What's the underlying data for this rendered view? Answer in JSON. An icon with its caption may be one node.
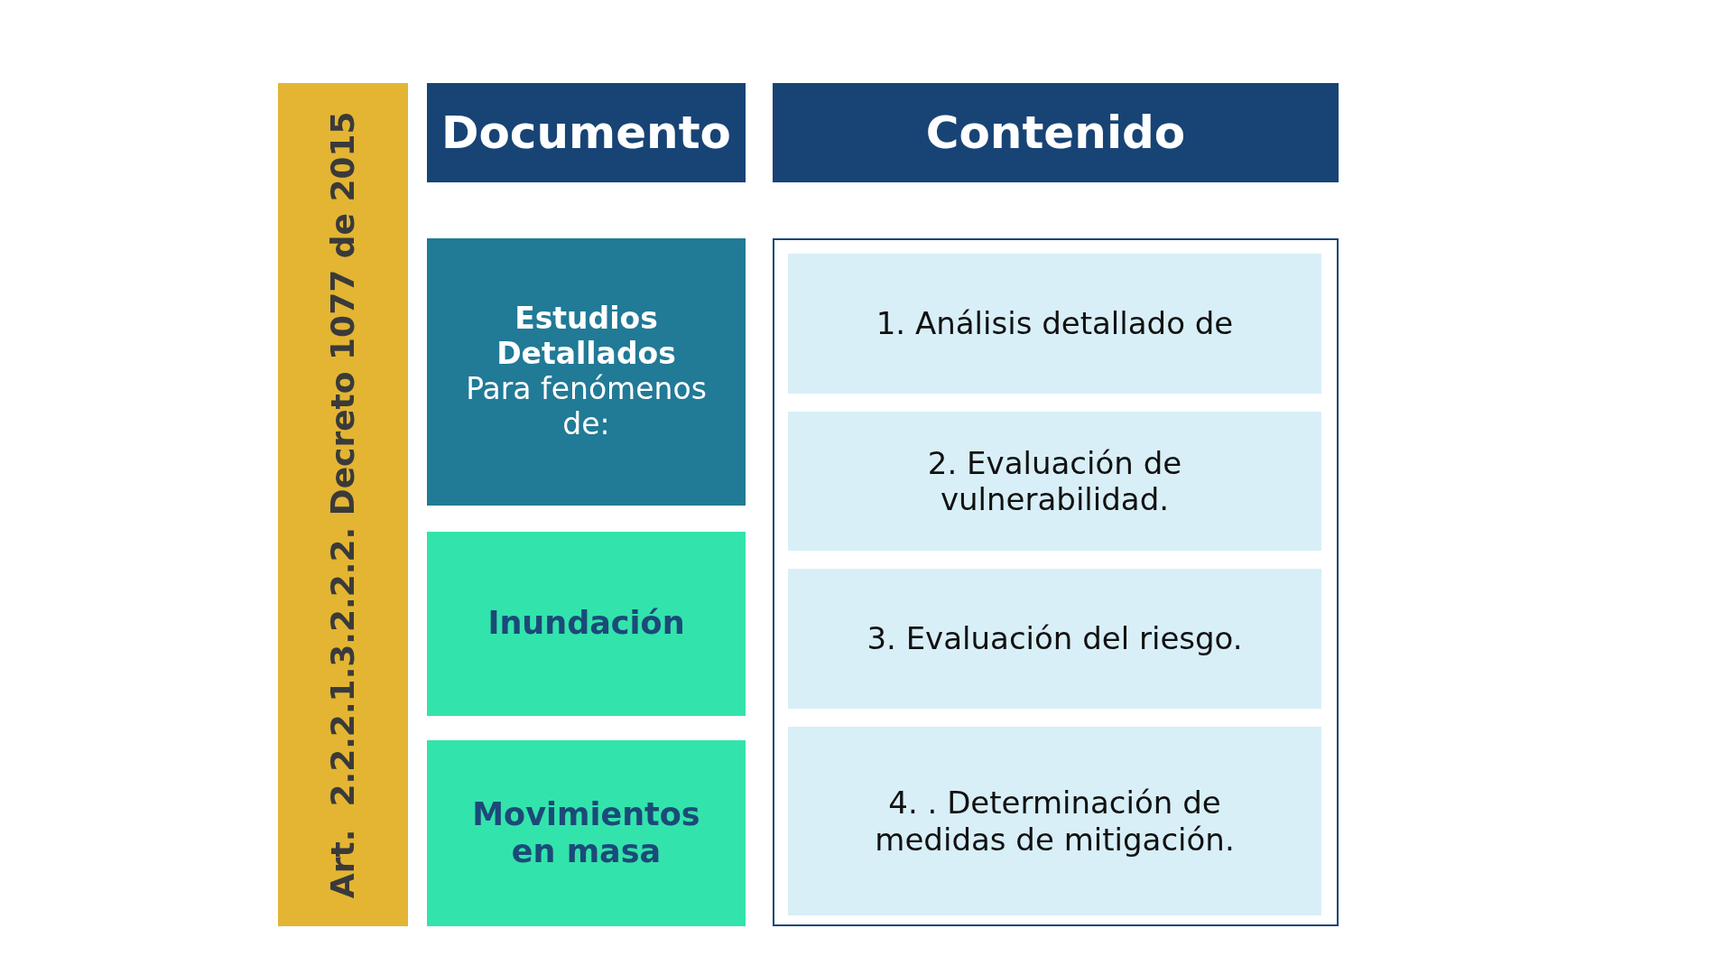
{
  "diagram": {
    "nodes": [
      {
        "text": [
          "Art.  2.2.2.1.3.2.2.2. Decreto 1077 de 2015"
        ]
      },
      {
        "text": [
          "Documento"
        ]
      },
      {
        "text": [
          "Contenido"
        ]
      },
      {
        "text": [
          "Estudios Detallados",
          "Para fenómenos de:"
        ]
      },
      {
        "text": [
          "Inundación"
        ]
      },
      {
        "text": [
          "Movimientos en masa"
        ]
      },
      {
        "text": [],
        "shape": "box"
      },
      {
        "text": [
          "1. Análisis detallado de"
        ],
        "in": 6
      },
      {
        "text": [
          "2. Evaluación de vulnerabilidad."
        ],
        "in": 6
      },
      {
        "text": [
          "3. Evaluación del riesgo."
        ],
        "in": 6
      },
      {
        "text": [
          "4. . Determinación de medidas de mitigación."
        ],
        "in": 6
      }
    ]
  }
}
